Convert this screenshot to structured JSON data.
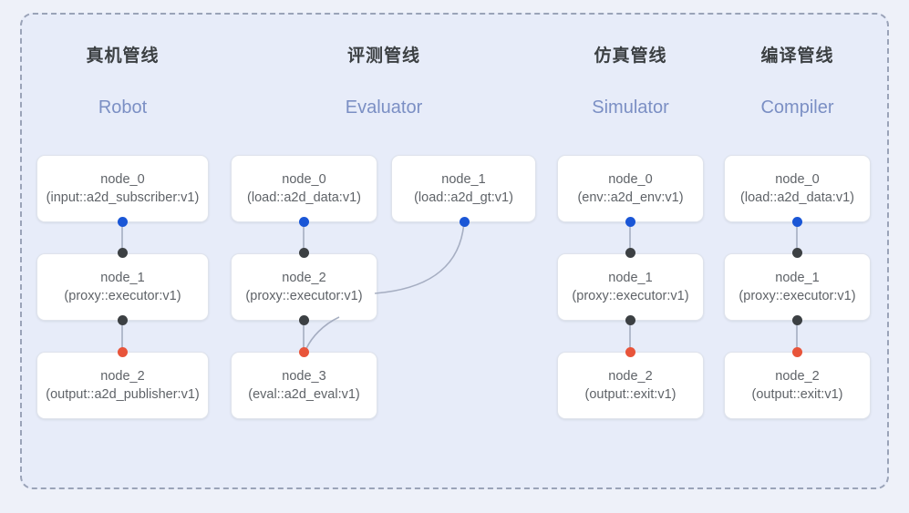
{
  "diagram": {
    "title_visible": false,
    "background_color": "#eef1f9",
    "group_background_color": "#e7ecf9",
    "group_border_color": "#9aa3b8",
    "port_colors": {
      "output": "#1a56d6",
      "input": "#3c4043",
      "terminal": "#e8543a"
    },
    "edge_color": "#9aa3b8"
  },
  "columns": [
    {
      "title": "真机管线",
      "subtitle": "Robot",
      "nodes": [
        {
          "name": "node_0",
          "type": "(input::a2d_subscriber:v1)"
        },
        {
          "name": "node_1",
          "type": "(proxy::executor:v1)"
        },
        {
          "name": "node_2",
          "type": "(output::a2d_publisher:v1)"
        }
      ]
    },
    {
      "title": "评测管线",
      "subtitle": "Evaluator",
      "nodes": [
        {
          "name": "node_0",
          "type": "(load::a2d_data:v1)"
        },
        {
          "name": "node_1",
          "type": "(load::a2d_gt:v1)"
        },
        {
          "name": "node_2",
          "type": "(proxy::executor:v1)"
        },
        {
          "name": "node_3",
          "type": "(eval::a2d_eval:v1)"
        }
      ]
    },
    {
      "title": "仿真管线",
      "subtitle": "Simulator",
      "nodes": [
        {
          "name": "node_0",
          "type": "(env::a2d_env:v1)"
        },
        {
          "name": "node_1",
          "type": "(proxy::executor:v1)"
        },
        {
          "name": "node_2",
          "type": "(output::exit:v1)"
        }
      ]
    },
    {
      "title": "编译管线",
      "subtitle": "Compiler",
      "nodes": [
        {
          "name": "node_0",
          "type": "(load::a2d_data:v1)"
        },
        {
          "name": "node_1",
          "type": "(proxy::executor:v1)"
        },
        {
          "name": "node_2",
          "type": "(output::exit:v1)"
        }
      ]
    }
  ]
}
